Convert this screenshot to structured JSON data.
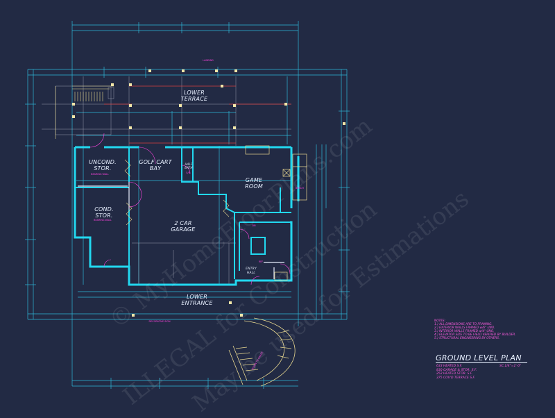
{
  "rooms": {
    "lower_terrace": [
      "LOWER",
      "TERRACE"
    ],
    "uncond_stor": [
      "UNCOND.",
      "STOR."
    ],
    "golf_cart_bay": [
      "GOLF CART",
      "BAY"
    ],
    "half_bath": [
      "HALF",
      "BATH"
    ],
    "game_room": [
      "GAME",
      "ROOM"
    ],
    "cond_stor": [
      "COND.",
      "STOR."
    ],
    "garage": [
      "2 CAR",
      "GARAGE"
    ],
    "entry_hall": [
      "ENTRY",
      "HALL"
    ],
    "lower_entrance": [
      "LOWER",
      "ENTRANCE"
    ]
  },
  "notes": {
    "heading": "NOTES:",
    "items": [
      "1.) ALL DIMENSIONS ARE TO FRAMING.",
      "2.) EXTERIOR WALLS FRAMED w/6\" UNO.",
      "3.) INTERIOR WALLS FRAMED w/4\" UNO.",
      "4.) ELEVATOR SIZE TO BE FIELD VERIFIED BY BUILDER.",
      "5.) STRUCTURAL ENGINEERING BY OTHERS."
    ]
  },
  "plan_title": "GROUND LEVEL PLAN",
  "scale": "SC.1/4\"=1'-0\"",
  "areas": [
    "633 HEATED S.F.",
    "830 GARAGE & STOR. S.F.",
    "252 HEATED STOR. S.F.",
    "375 COV'D TERRACE S.F."
  ],
  "watermarks": [
    "© MyHomeFloorPlans.com",
    "ILLEGAL for Construction",
    "May be used for Estimations"
  ],
  "colors": {
    "background": "#222a44",
    "exterior_wall": "#22d8f0",
    "dimension_line": "#2fb8d8",
    "annotation": "#ff44e0",
    "label": "#e8f0ff",
    "grid": "#c8ccd8",
    "structure": "#e8d890",
    "red": "#d84040"
  }
}
